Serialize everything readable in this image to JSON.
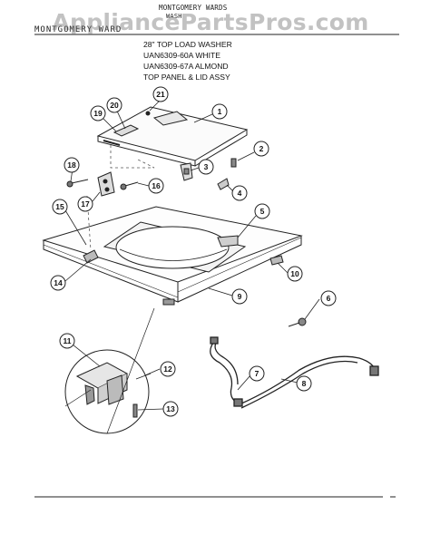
{
  "header": {
    "brand_top": "MONTGOMERY WARDS",
    "brand_sub": "WASH",
    "brand_main": "MONTGOMERY WARD"
  },
  "title": {
    "line1": "28\" TOP LOAD WASHER",
    "line2": "UAN6309-60A WHITE",
    "line3": "UAN6309-67A ALMOND",
    "line4": "TOP PANEL & LID ASSY"
  },
  "watermark": "AppliancePartsPros.com",
  "callouts": [
    "1",
    "2",
    "3",
    "4",
    "5",
    "6",
    "7",
    "8",
    "9",
    "10",
    "11",
    "12",
    "13",
    "14",
    "15",
    "16",
    "17",
    "18",
    "19",
    "20",
    "21"
  ]
}
